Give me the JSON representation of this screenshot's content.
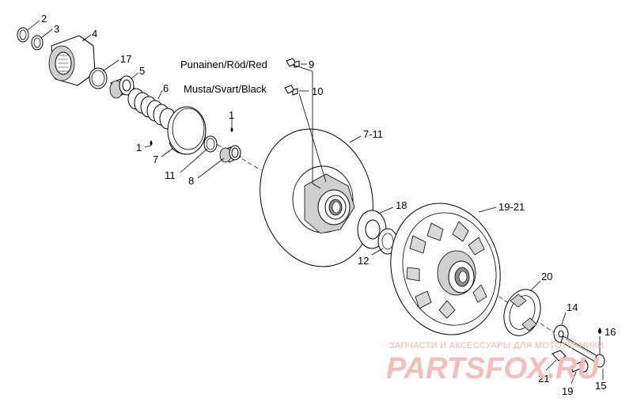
{
  "callouts": {
    "c1a": "1",
    "c1b": "1",
    "c2": "2",
    "c3": "3",
    "c4": "4",
    "c5": "5",
    "c6": "6",
    "c7": "7",
    "c711": "7-11",
    "c8": "8",
    "c9": "9",
    "c10": "10",
    "c11": "11",
    "c12": "12",
    "c14": "14",
    "c15": "15",
    "c16": "16",
    "c17": "17",
    "c18": "18",
    "c19": "19",
    "c1921": "19-21",
    "c20": "20",
    "c21": "21"
  },
  "legend": {
    "red": "Punainen/Röd/Red",
    "black": "Musta/Svart/Black"
  },
  "watermark": {
    "tagline": "ЗАПЧАСТИ И АКСЕССУАРЫ ДЛЯ МОТОТЕХНИКИ",
    "logo": "PARTSFOX.RU"
  }
}
